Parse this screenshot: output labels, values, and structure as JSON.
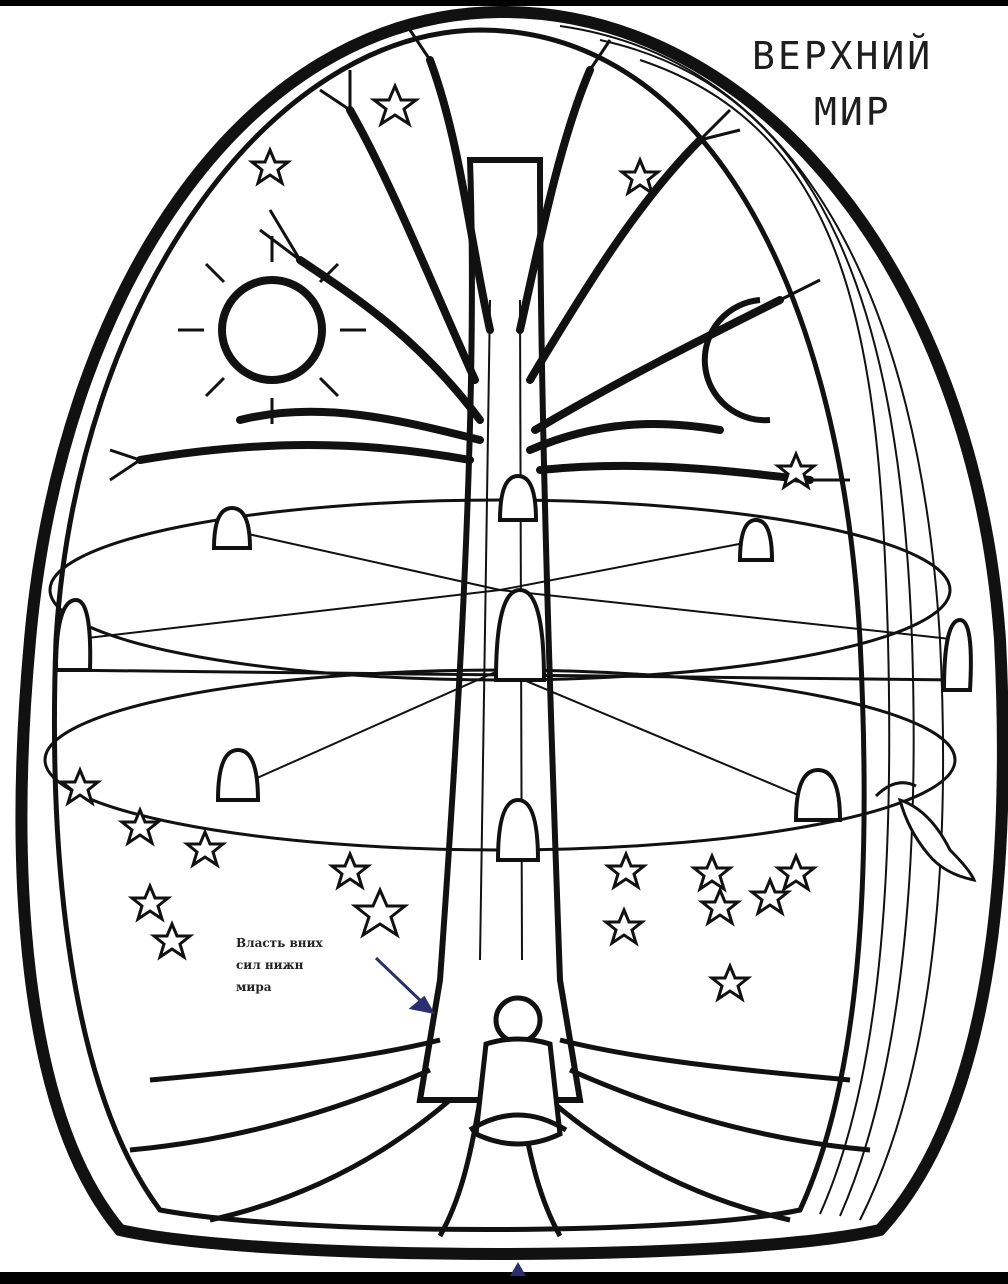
{
  "title": {
    "line1": "ВЕРХНИЙ",
    "line2": "МИР"
  },
  "annotation": {
    "roots_label": [
      "Власть вних",
      "сил нижн",
      "мира"
    ]
  },
  "colors": {
    "background": "#000000",
    "paper": "#ffffff",
    "ink": "#111111",
    "arrow": "#2b2f6e"
  },
  "icons": [
    "sun-icon",
    "crescent-moon-icon",
    "star-icon",
    "spirit-figure-icon",
    "bird-icon",
    "seated-figure-icon"
  ]
}
